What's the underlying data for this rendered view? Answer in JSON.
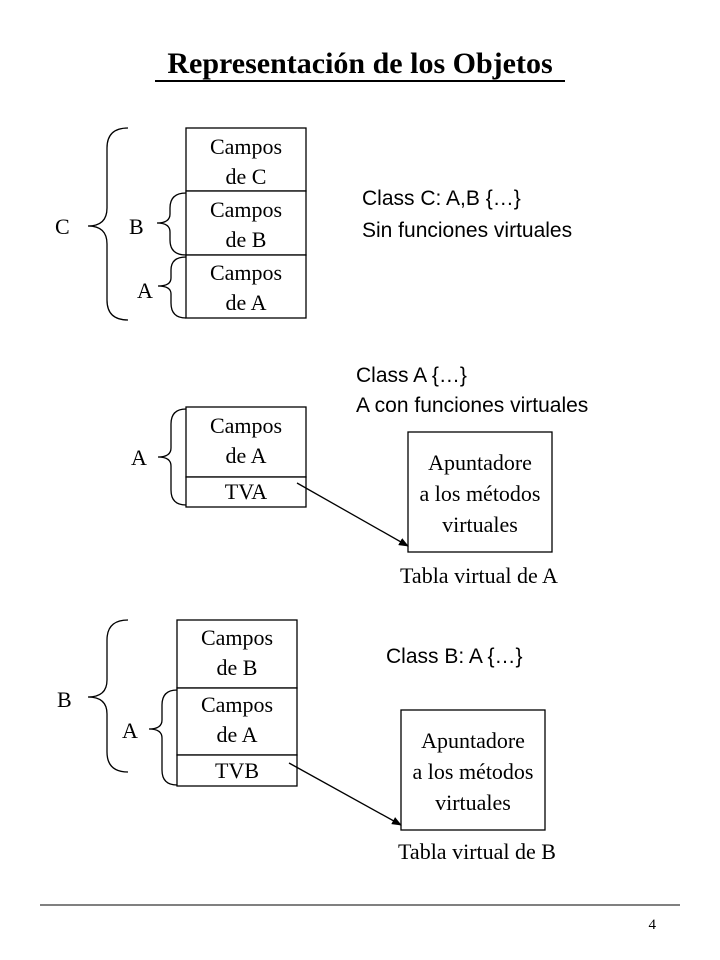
{
  "title": "Representación de los Objetos",
  "page_number": "4",
  "section1": {
    "cells": [
      {
        "line1": "Campos",
        "line2": "de C"
      },
      {
        "line1": "Campos",
        "line2": "de B"
      },
      {
        "line1": "Campos",
        "line2": "de A"
      }
    ],
    "labels": {
      "c": "C",
      "b": "B",
      "a": "A"
    },
    "note_line1": "Class C: A,B {…}",
    "note_line2": "Sin funciones virtuales"
  },
  "section2": {
    "cells": [
      {
        "line1": "Campos",
        "line2": "de A"
      },
      {
        "line1": "TVA"
      }
    ],
    "labels": {
      "a": "A"
    },
    "note_line1": "Class A {…}",
    "note_line2": "A con funciones virtuales",
    "table": {
      "line1": "Apuntadore",
      "line2": "a los métodos",
      "line3": "virtuales"
    },
    "table_caption": "Tabla virtual de A"
  },
  "section3": {
    "cells": [
      {
        "line1": "Campos",
        "line2": "de B"
      },
      {
        "line1": "Campos",
        "line2": "de A"
      },
      {
        "line1": "TVB"
      }
    ],
    "labels": {
      "b": "B",
      "a": "A"
    },
    "note_line1": "Class B: A {…}",
    "table": {
      "line1": "Apuntadore",
      "line2": "a los métodos",
      "line3": "virtuales"
    },
    "table_caption": "Tabla virtual de B"
  }
}
